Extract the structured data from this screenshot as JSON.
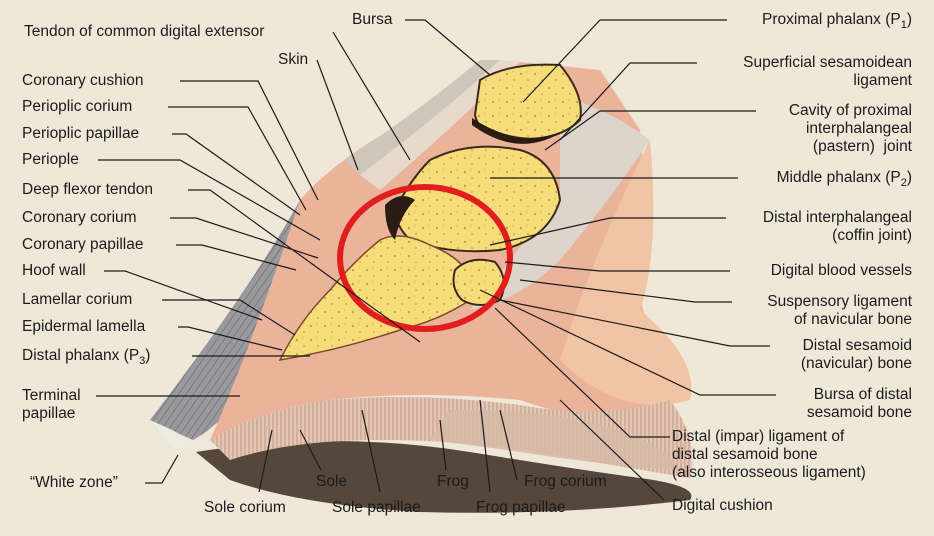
{
  "labels": {
    "bursa": "Bursa",
    "tendon_common_digital_extensor": "Tendon of common digital extensor",
    "skin": "Skin",
    "coronary_cushion": "Coronary cushion",
    "perioplic_corium": "Perioplic corium",
    "perioplic_papillae": "Perioplic papillae",
    "periople": "Periople",
    "deep_flexor_tendon": "Deep flexor tendon",
    "coronary_corium": "Coronary corium",
    "coronary_papillae": "Coronary papillae",
    "hoof_wall": "Hoof wall",
    "lamellar_corium": "Lamellar corium",
    "epidermal_lamella": "Epidermal lamella",
    "distal_phalanx": "Distal phalanx (P",
    "distal_phalanx_sub": "3",
    "terminal_papillae": "Terminal\npapillae",
    "white_zone": "“White zone”",
    "sole_corium": "Sole corium",
    "sole": "Sole",
    "sole_papillae": "Sole papillae",
    "frog": "Frog",
    "frog_papillae": "Frog papillae",
    "frog_corium": "Frog corium",
    "digital_cushion": "Digital cushion",
    "proximal_phalanx": "Proximal phalanx (P",
    "proximal_phalanx_sub": "1",
    "superficial_sesamoidean_ligament": "Superficial sesamoidean\nligament",
    "cavity_pip_joint": "Cavity of proximal\ninterphalangeal\n(pastern)  joint",
    "middle_phalanx": "Middle phalanx (P",
    "middle_phalanx_sub": "2",
    "distal_interphalangeal": "Distal interphalangeal\n(coffin joint)",
    "digital_blood_vessels": "Digital blood vessels",
    "suspensory_ligament_navicular": "Suspensory ligament\nof navicular bone",
    "distal_sesamoid": "Distal sesamoid\n(navicular) bone",
    "bursa_distal_sesamoid": "Bursa of distal\nsesamoid bone",
    "distal_impar_ligament": "Distal (impar) ligament of\ndistal sesamoid bone\n(also interosseous ligament)"
  },
  "colors": {
    "background": "#efe8d8",
    "bone": "#f6dc7a",
    "hoof_wall": "#8e8e92",
    "corium": "#e9a58a",
    "tendon": "#e6d6c8",
    "highlight_circle": "#e21d1d",
    "shadow": "#3a2a20"
  }
}
